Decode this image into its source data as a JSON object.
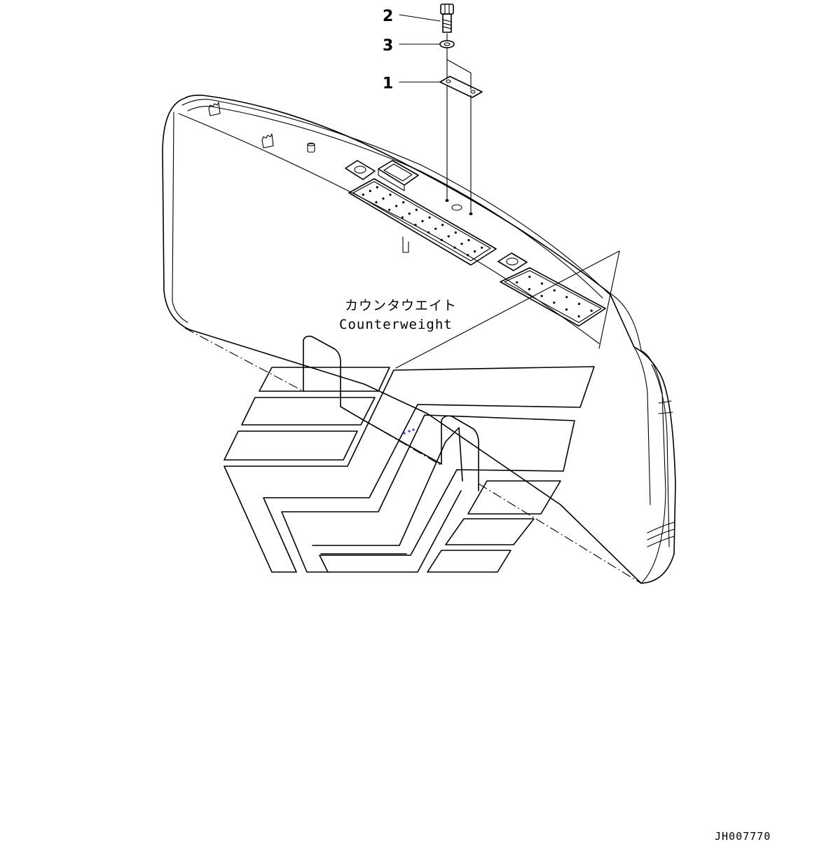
{
  "callouts": [
    {
      "number": "2",
      "part": "bolt"
    },
    {
      "number": "3",
      "part": "washer"
    },
    {
      "number": "1",
      "part": "plate"
    }
  ],
  "label_jp": "カウンタウエイト",
  "label_en": "Counterweight",
  "drawing_ref": "JH007770",
  "colors": {
    "line": "#000000",
    "background": "#ffffff",
    "accent_mark": "#3344cc"
  }
}
